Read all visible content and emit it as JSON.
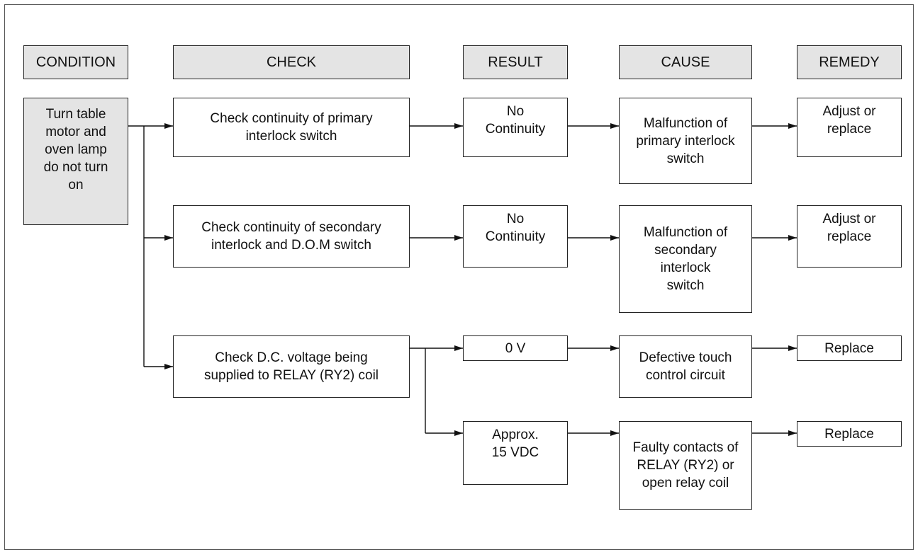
{
  "headers": {
    "condition": "CONDITION",
    "check": "CHECK",
    "result": "RESULT",
    "cause": "CAUSE",
    "remedy": "REMEDY"
  },
  "condition": "Turn table\nmotor and\noven lamp\ndo not turn\non",
  "rows": [
    {
      "check": "Check continuity of primary\ninterlock switch",
      "result": "No\nContinuity",
      "cause": "Malfunction of\nprimary interlock\nswitch",
      "remedy": "Adjust or\nreplace"
    },
    {
      "check": "Check continuity of secondary\ninterlock and D.O.M switch",
      "result": "No\nContinuity",
      "cause": "Malfunction of\nsecondary\ninterlock\nswitch",
      "remedy": "Adjust or\nreplace"
    },
    {
      "check": "Check D.C. voltage being\nsupplied to RELAY (RY2) coil",
      "branches": [
        {
          "result": "0 V",
          "cause": "Defective touch\ncontrol circuit",
          "remedy": "Replace"
        },
        {
          "result": "Approx.\n15 VDC",
          "cause": "Faulty contacts of\nRELAY (RY2) or\nopen relay coil",
          "remedy": "Replace"
        }
      ]
    }
  ]
}
